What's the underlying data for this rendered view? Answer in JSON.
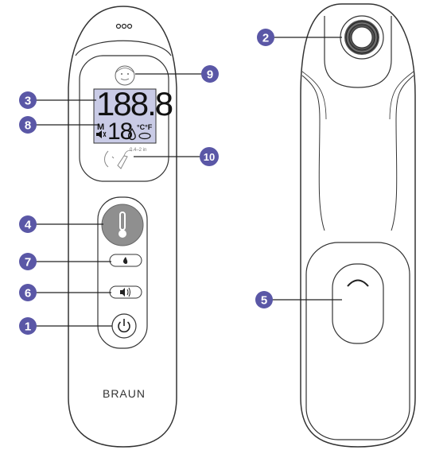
{
  "brand": "BRAUN",
  "display": {
    "temperature": "188.8",
    "mode_letters": "M",
    "memory_digits": "18",
    "unit": "°C°F",
    "distance": "0.4–2 in"
  },
  "callouts": [
    {
      "number": "2"
    },
    {
      "number": "3"
    },
    {
      "number": "4"
    },
    {
      "number": "5"
    },
    {
      "number": "6"
    },
    {
      "number": "7"
    },
    {
      "number": "8"
    },
    {
      "number": "9"
    },
    {
      "number": "10"
    },
    {
      "number": "1"
    }
  ],
  "colors": {
    "callout_fill": "#5a57a6",
    "outline": "#333333",
    "lcd_bg": "#c9cbe6",
    "button_gray": "#8f8f8f"
  },
  "icons": [
    "power-icon",
    "speaker-icon",
    "drop-icon",
    "thermometer-icon",
    "face-icon",
    "measure-distance-icon",
    "sensor-icon"
  ]
}
